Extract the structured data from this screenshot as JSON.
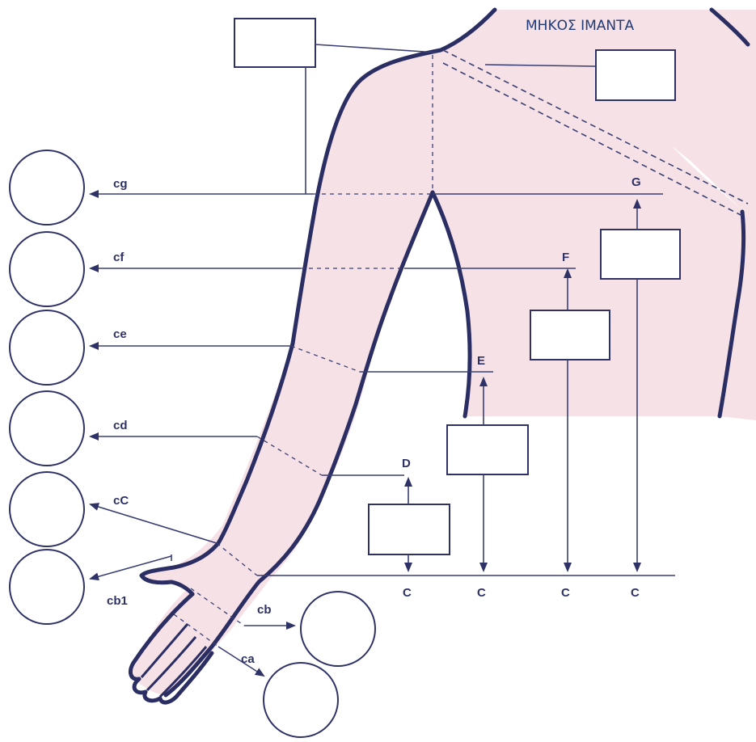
{
  "title": "ΜΗΚΟΣ ΙΜΑΝΤΑ",
  "circumference_labels": {
    "cg": "cg",
    "cf": "cf",
    "ce": "ce",
    "cd": "cd",
    "cC": "cC",
    "cb1": "cb1",
    "cb": "cb",
    "ca": "ca"
  },
  "length_labels": {
    "G": "G",
    "F": "F",
    "E": "E",
    "D": "D",
    "C": "C"
  },
  "colors": {
    "skin": "#f6e1e6",
    "outline": "#2b2e63",
    "title": "#1f3a78"
  }
}
